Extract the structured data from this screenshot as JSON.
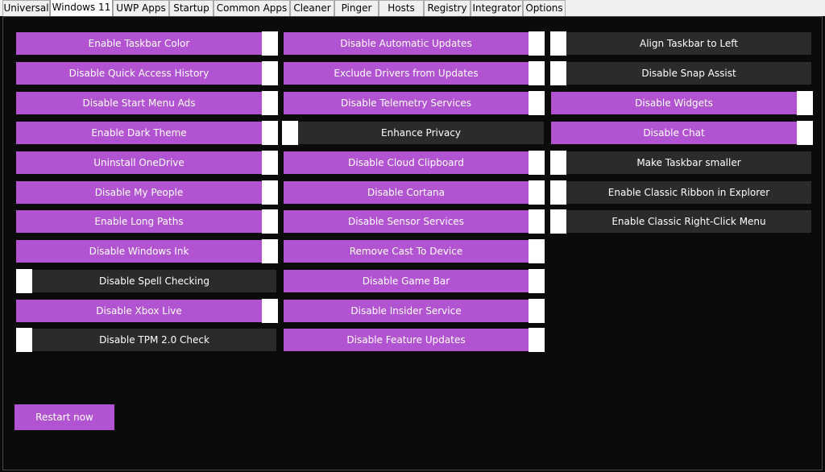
{
  "tabs": [
    {
      "label": "Universal",
      "active": false
    },
    {
      "label": "Windows 11",
      "active": true
    },
    {
      "label": "UWP Apps",
      "active": false
    },
    {
      "label": "Startup",
      "active": false
    },
    {
      "label": "Common Apps",
      "active": false
    },
    {
      "label": "Cleaner",
      "active": false
    },
    {
      "label": "Pinger",
      "active": false
    },
    {
      "label": "Hosts",
      "active": false
    },
    {
      "label": "Registry",
      "active": false
    },
    {
      "label": "Integrator",
      "active": false
    },
    {
      "label": "Options",
      "active": false
    }
  ],
  "colors": {
    "accent": "#b254d2",
    "off_background": "#2b2b2b",
    "panel_background": "#0c0b0c",
    "knob": "#ffffff"
  },
  "columns": [
    {
      "items": [
        {
          "label": "Enable Taskbar Color",
          "enabled": true
        },
        {
          "label": "Disable Quick Access History",
          "enabled": true
        },
        {
          "label": "Disable Start Menu Ads",
          "enabled": true
        },
        {
          "label": "Enable Dark Theme",
          "enabled": true
        },
        {
          "label": "Uninstall OneDrive",
          "enabled": true
        },
        {
          "label": "Disable My People",
          "enabled": true
        },
        {
          "label": "Enable Long Paths",
          "enabled": true
        },
        {
          "label": "Disable Windows Ink",
          "enabled": true
        },
        {
          "label": "Disable Spell Checking",
          "enabled": false
        },
        {
          "label": "Disable Xbox Live",
          "enabled": true
        },
        {
          "label": "Disable TPM 2.0 Check",
          "enabled": false
        }
      ]
    },
    {
      "items": [
        {
          "label": "Disable Automatic Updates",
          "enabled": true
        },
        {
          "label": "Exclude Drivers from Updates",
          "enabled": true
        },
        {
          "label": "Disable Telemetry Services",
          "enabled": true
        },
        {
          "label": "Enhance Privacy",
          "enabled": false
        },
        {
          "label": "Disable Cloud Clipboard",
          "enabled": true
        },
        {
          "label": "Disable Cortana",
          "enabled": true
        },
        {
          "label": "Disable Sensor Services",
          "enabled": true
        },
        {
          "label": "Remove Cast To Device",
          "enabled": true
        },
        {
          "label": "Disable Game Bar",
          "enabled": true
        },
        {
          "label": "Disable Insider Service",
          "enabled": true
        },
        {
          "label": "Disable Feature Updates",
          "enabled": true
        }
      ]
    },
    {
      "items": [
        {
          "label": "Align Taskbar to Left",
          "enabled": false
        },
        {
          "label": "Disable Snap Assist",
          "enabled": false
        },
        {
          "label": "Disable Widgets",
          "enabled": true
        },
        {
          "label": "Disable Chat",
          "enabled": true
        },
        {
          "label": "Make Taskbar smaller",
          "enabled": false
        },
        {
          "label": "Enable Classic Ribbon in Explorer",
          "enabled": false
        },
        {
          "label": "Enable Classic Right-Click Menu",
          "enabled": false
        }
      ]
    }
  ],
  "restart_button": {
    "label": "Restart now"
  }
}
